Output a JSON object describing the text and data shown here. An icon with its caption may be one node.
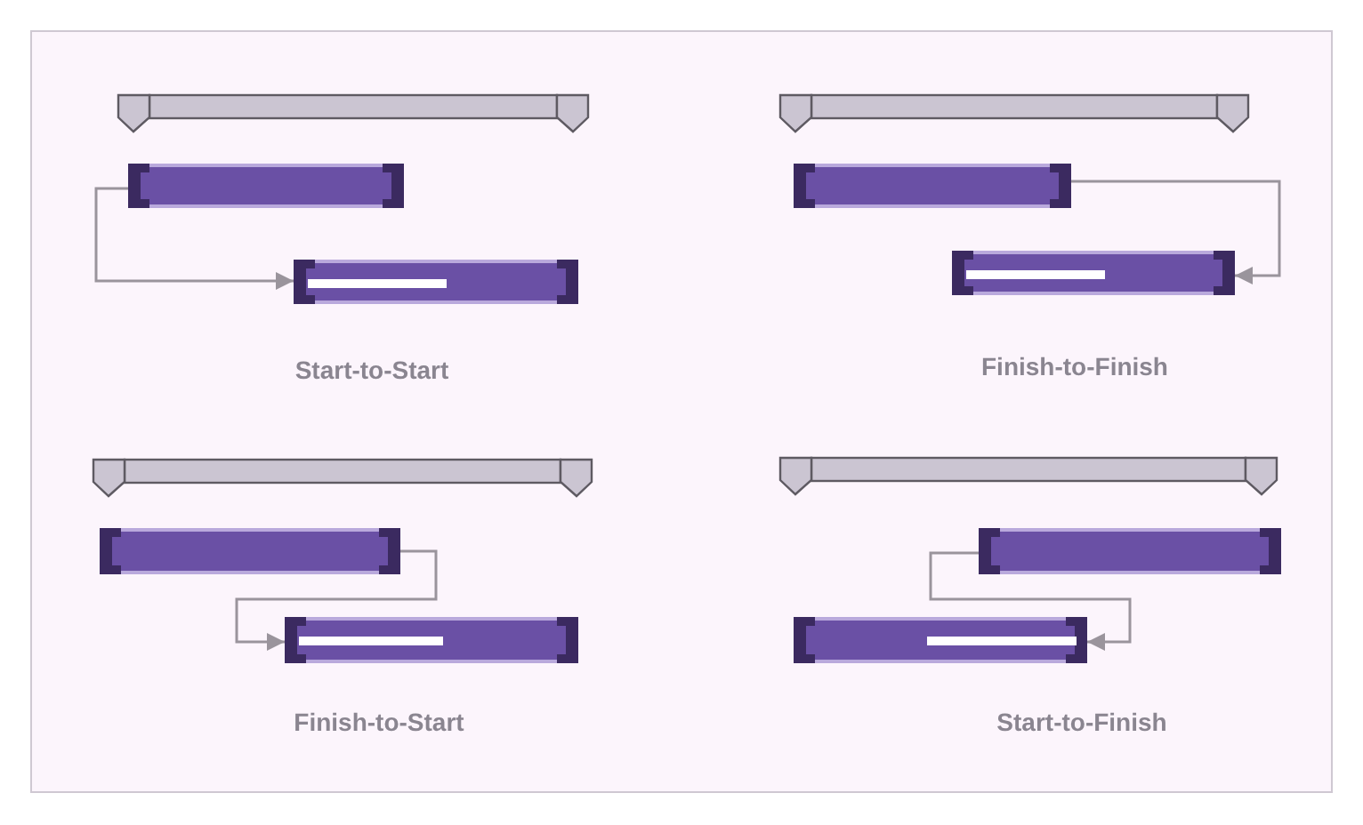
{
  "diagram": {
    "nodes": [
      {
        "text": [],
        "shape": "bar"
      },
      {
        "text": [],
        "shape": "bar"
      },
      {
        "text": [],
        "shape": "bar"
      },
      {
        "text": [],
        "shape": "bar"
      },
      {
        "text": [],
        "shape": "bar"
      },
      {
        "text": [],
        "shape": "bar"
      },
      {
        "text": [],
        "shape": "bar"
      },
      {
        "text": [],
        "shape": "bar"
      },
      {
        "text": [],
        "shape": "bar"
      },
      {
        "text": [],
        "shape": "bar"
      },
      {
        "text": [],
        "shape": "bar"
      },
      {
        "text": [],
        "shape": "bar"
      }
    ],
    "edges": [
      {
        "from": 1,
        "to": 2,
        "arrow": "to"
      },
      {
        "from": 4,
        "to": 5,
        "arrow": "to"
      },
      {
        "from": 7,
        "to": 8,
        "arrow": "to"
      },
      {
        "from": 10,
        "to": 11,
        "arrow": "to"
      }
    ],
    "labels": [
      "Start-to-Start",
      "Finish-to-Finish",
      "Finish-to-Start",
      "Start-to-Finish"
    ]
  }
}
